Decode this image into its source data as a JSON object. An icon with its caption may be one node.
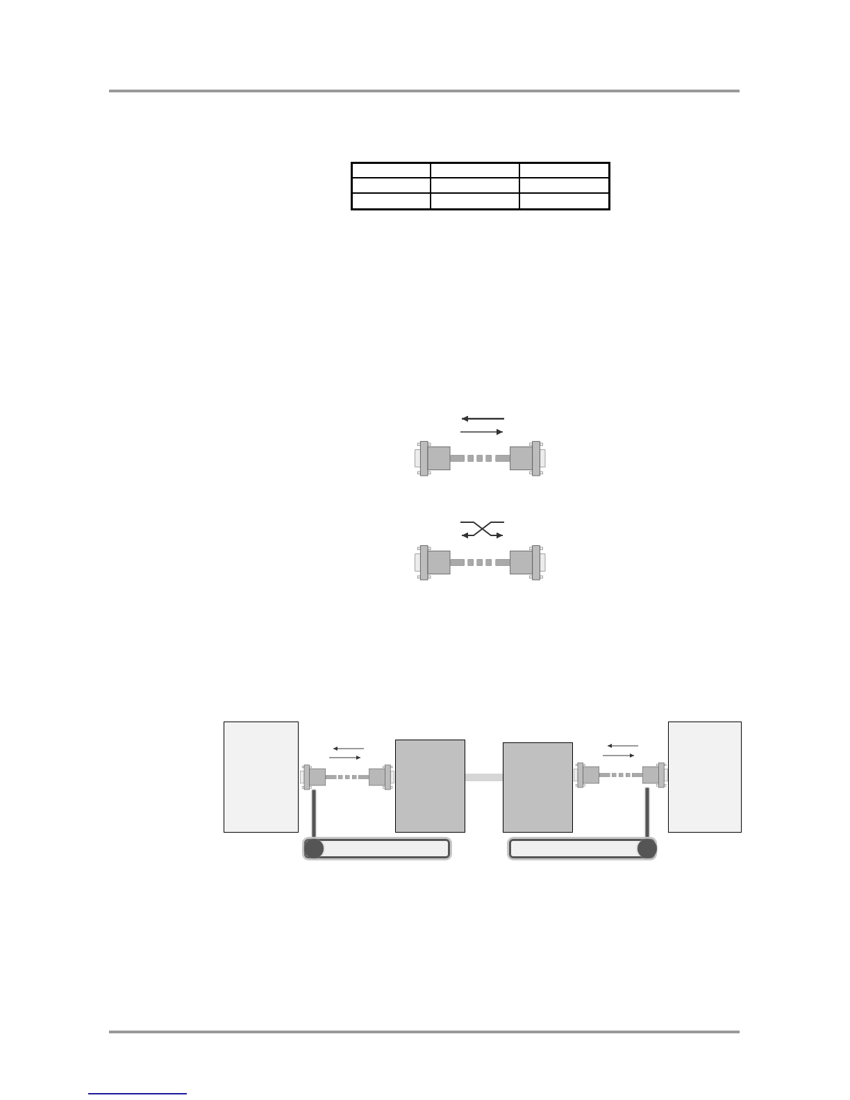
{
  "diagram": {
    "nodes": [
      {
        "text": [],
        "shape": "connector"
      },
      {
        "text": [],
        "shape": "connector"
      },
      {
        "text": [],
        "shape": "connector"
      },
      {
        "text": [],
        "shape": "connector"
      },
      {
        "text": [],
        "shape": "box"
      },
      {
        "text": [],
        "shape": "connector"
      },
      {
        "text": [],
        "shape": "connector"
      },
      {
        "text": [],
        "shape": "box"
      },
      {
        "text": [],
        "shape": "box"
      },
      {
        "text": [],
        "shape": "connector"
      },
      {
        "text": [],
        "shape": "connector"
      },
      {
        "text": [],
        "shape": "box"
      },
      {
        "text": [],
        "shape": "bar"
      },
      {
        "text": [],
        "shape": "bar"
      }
    ],
    "edges": [
      {
        "from": 0,
        "to": 1,
        "arrow": "none",
        "style": "dashed"
      },
      {
        "from": 2,
        "to": 3,
        "arrow": "none",
        "style": "dashed"
      },
      {
        "from": 5,
        "to": 6,
        "arrow": "none",
        "style": "dashed"
      },
      {
        "from": 7,
        "to": 8,
        "arrow": "none",
        "style": "thick"
      },
      {
        "from": 9,
        "to": 10,
        "arrow": "none",
        "style": "dashed"
      },
      {
        "from": 12,
        "to": 5,
        "arrow": "other"
      },
      {
        "from": 13,
        "to": 10,
        "arrow": "other"
      }
    ]
  }
}
